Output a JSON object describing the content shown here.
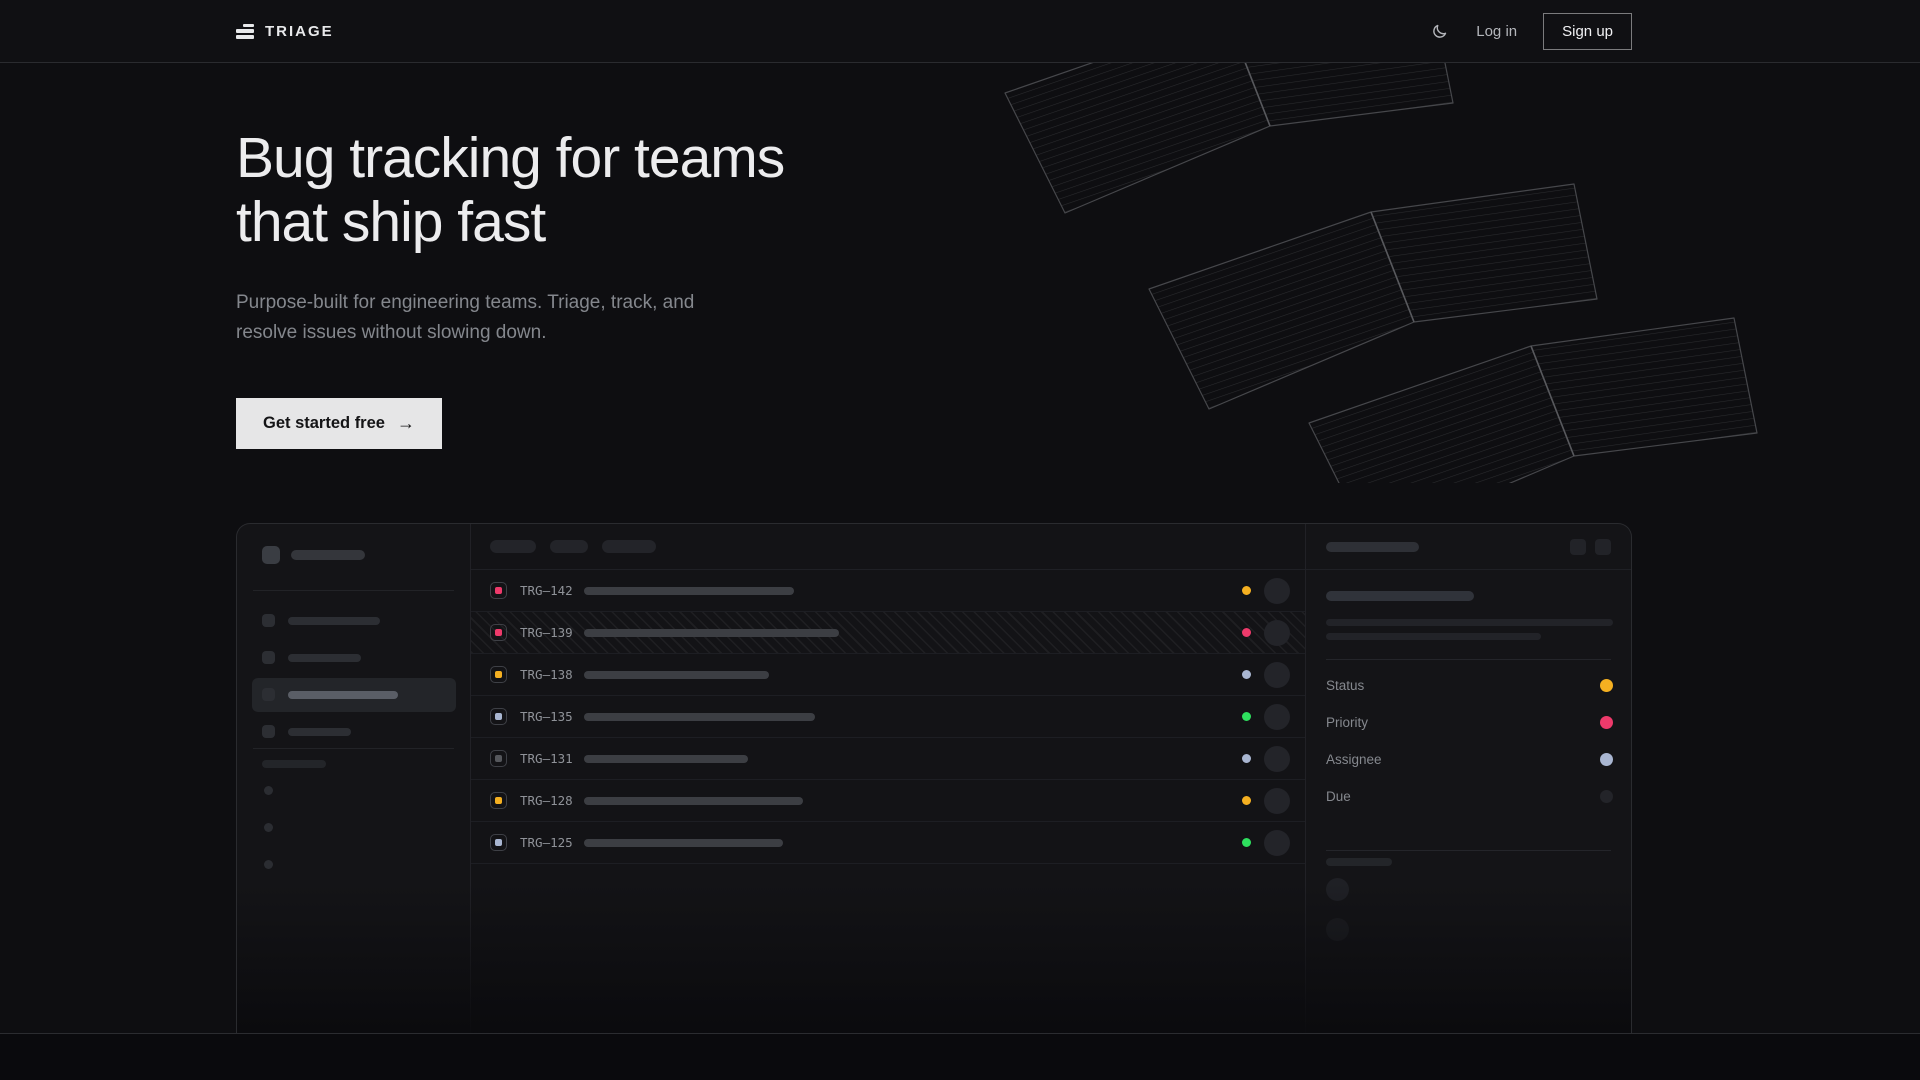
{
  "brand": {
    "name": "TRIAGE",
    "logo_icon": "triage-bars"
  },
  "nav": {
    "theme_toggle_icon": "moon",
    "login_label": "Log in",
    "signup_label": "Sign up"
  },
  "hero": {
    "heading_line1": "Bug tracking for teams",
    "heading_line2": "that ship fast",
    "subtitle": "Purpose-built for engineering teams. Triage, track, and resolve issues without slowing down.",
    "cta_label": "Get started free",
    "cta_arrow": "→"
  },
  "colors": {
    "amber": "#f5b021",
    "pink": "#ee3a6b",
    "lavender": "#a9b6d1",
    "green": "#2ee05e",
    "muted": "#55575c",
    "due": "#232429"
  },
  "mockup": {
    "sidebar": {
      "workspace_bar_w": 74,
      "nav_item_bar_widths": [
        92,
        73,
        110,
        63
      ],
      "active_nav_index": 2,
      "section_pill_w": 64,
      "dot_count": 3
    },
    "list": {
      "header_pill_widths": [
        46,
        38,
        54
      ],
      "issues": [
        {
          "id": "TRG–142",
          "icon_color": "pink",
          "status_color": "amber",
          "title_w": 210,
          "selected": false
        },
        {
          "id": "TRG–139",
          "icon_color": "pink",
          "status_color": "pink",
          "title_w": 255,
          "selected": true
        },
        {
          "id": "TRG–138",
          "icon_color": "amber",
          "status_color": "lavender",
          "title_w": 185,
          "selected": false
        },
        {
          "id": "TRG–135",
          "icon_color": "lavender",
          "status_color": "green",
          "title_w": 231,
          "selected": false
        },
        {
          "id": "TRG–131",
          "icon_color": "muted",
          "status_color": "lavender",
          "title_w": 164,
          "selected": false
        },
        {
          "id": "TRG–128",
          "icon_color": "amber",
          "status_color": "amber",
          "title_w": 219,
          "selected": false
        },
        {
          "id": "TRG–125",
          "icon_color": "lavender",
          "status_color": "green",
          "title_w": 199,
          "selected": false
        }
      ]
    },
    "detail_panel": {
      "props": [
        {
          "label": "Status",
          "color": "amber"
        },
        {
          "label": "Priority",
          "color": "pink"
        },
        {
          "label": "Assignee",
          "color": "lavender"
        },
        {
          "label": "Due",
          "color": "due"
        }
      ]
    }
  }
}
